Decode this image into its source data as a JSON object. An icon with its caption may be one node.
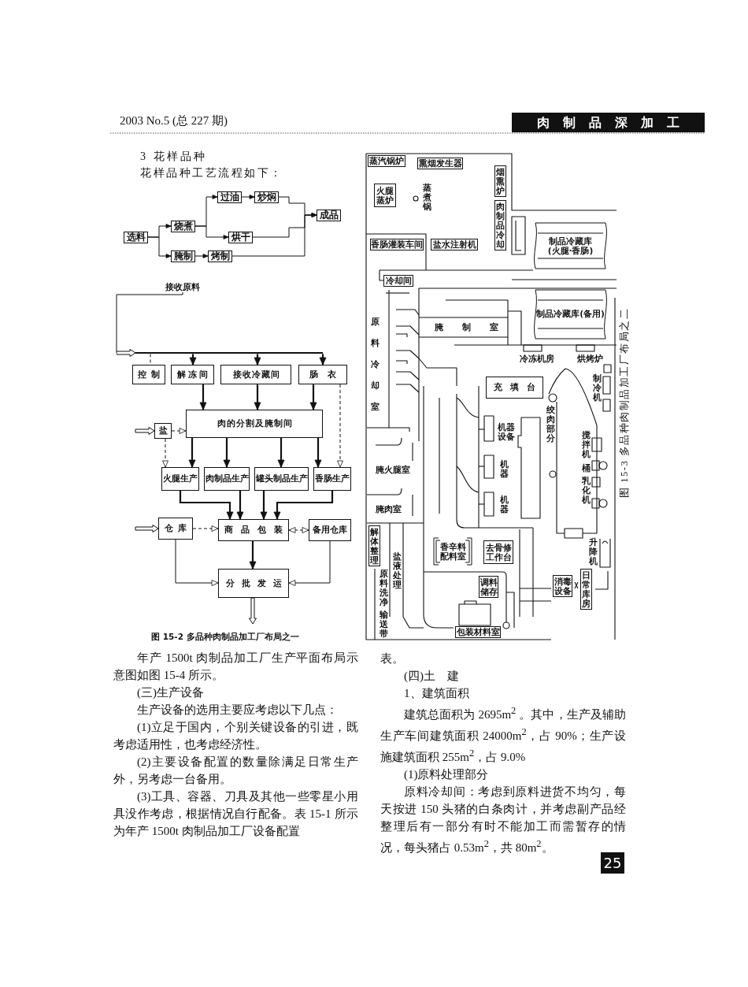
{
  "diagram": {
    "nodes": [
      {
        "text": [
          "肉制品深加工"
        ]
      },
      {
        "text": [
          "过油"
        ]
      },
      {
        "text": [
          "炒焖"
        ]
      },
      {
        "text": [
          "成品"
        ]
      },
      {
        "text": [
          "烧煮"
        ]
      },
      {
        "text": [
          "选料"
        ]
      },
      {
        "text": [
          "烘干"
        ]
      },
      {
        "text": [
          "腌制"
        ]
      },
      {
        "text": [
          "烤制"
        ]
      },
      {
        "text": [
          "接收原料"
        ]
      },
      {
        "text": [
          "控制"
        ]
      },
      {
        "text": [
          "解冻间"
        ]
      },
      {
        "text": [
          "接收冷藏间"
        ]
      },
      {
        "text": [
          "肠衣"
        ]
      },
      {
        "text": [
          "肉的分割及腌制间"
        ]
      },
      {
        "text": [
          "盐"
        ]
      },
      {
        "text": [
          "火腿生产"
        ]
      },
      {
        "text": [
          "肉制品生产"
        ]
      },
      {
        "text": [
          "罐头制品生产"
        ]
      },
      {
        "text": [
          "香肠生产"
        ]
      },
      {
        "text": [
          "仓库"
        ]
      },
      {
        "text": [
          "商品包装"
        ]
      },
      {
        "text": [
          "备用仓库"
        ]
      },
      {
        "text": [
          "分批发运"
        ]
      },
      {
        "text": [
          "蒸汽锅炉"
        ]
      },
      {
        "text": [
          "熏烟发生器"
        ]
      },
      {
        "text": [
          "烟熏炉"
        ]
      },
      {
        "text": [
          "火腿蒸炉"
        ]
      },
      {
        "text": [
          "肉制品冷却"
        ]
      },
      {
        "text": [
          "香肠灌装车间"
        ]
      },
      {
        "text": [
          "盐水注射机"
        ]
      },
      {
        "text": [
          "制品冷藏库(火腿·香肠)"
        ]
      },
      {
        "text": [
          "冷却间"
        ]
      },
      {
        "text": [
          "制品冷藏库(备用)"
        ]
      },
      {
        "text": [
          "充填台"
        ]
      },
      {
        "text": [
          "香辛料配料室"
        ]
      },
      {
        "text": [
          "去骨修工作台"
        ]
      },
      {
        "text": [
          "解体整理"
        ]
      },
      {
        "text": [
          "消毒设备"
        ]
      },
      {
        "text": [
          "日常库房"
        ]
      },
      {
        "text": [
          "调料储存"
        ]
      },
      {
        "text": [
          "包装材料室"
        ]
      },
      {
        "text": [
          "25"
        ]
      },
      {
        "text": [],
        "shape": "bar"
      }
    ],
    "edges": [
      {
        "from": 5,
        "to": 4,
        "arrow": "to"
      },
      {
        "from": 5,
        "to": 7,
        "arrow": "to"
      },
      {
        "from": 4,
        "to": 1,
        "arrow": "to"
      },
      {
        "from": 4,
        "to": 6,
        "arrow": "to"
      },
      {
        "from": 1,
        "to": 2,
        "arrow": "to"
      },
      {
        "from": 7,
        "to": 8,
        "arrow": "to"
      },
      {
        "from": 2,
        "to": 3,
        "arrow": "to"
      },
      {
        "from": 6,
        "to": 3,
        "arrow": "to"
      },
      {
        "from": 8,
        "to": 3,
        "arrow": "to"
      },
      {
        "from": 9,
        "to": 43,
        "arrow": "to"
      },
      {
        "from": 43,
        "to": 11,
        "arrow": "to"
      },
      {
        "from": 43,
        "to": 12,
        "arrow": "to"
      },
      {
        "from": 43,
        "to": 13,
        "arrow": "to"
      },
      {
        "from": 11,
        "to": 14,
        "arrow": "to"
      },
      {
        "from": 12,
        "to": 14,
        "arrow": "to"
      },
      {
        "from": 13,
        "to": 14,
        "arrow": "to"
      },
      {
        "from": 13,
        "to": 19,
        "arrow": "to",
        "style": "dashed"
      },
      {
        "from": null,
        "to": 15,
        "arrow": "to"
      },
      {
        "from": 15,
        "to": 14,
        "arrow": "to",
        "style": "dashed"
      },
      {
        "from": 15,
        "to": 16,
        "arrow": "to",
        "style": "dashed"
      },
      {
        "from": 14,
        "to": 16,
        "arrow": "to"
      },
      {
        "from": 14,
        "to": 17,
        "arrow": "to"
      },
      {
        "from": 14,
        "to": 18,
        "arrow": "to"
      },
      {
        "from": 14,
        "to": 19,
        "arrow": "to"
      },
      {
        "from": 16,
        "to": 21,
        "arrow": "to"
      },
      {
        "from": 17,
        "to": 21,
        "arrow": "to"
      },
      {
        "from": 18,
        "to": 21,
        "arrow": "to"
      },
      {
        "from": 19,
        "to": 21,
        "arrow": "to"
      },
      {
        "from": null,
        "to": 20,
        "arrow": "to"
      },
      {
        "from": 20,
        "to": 21,
        "arrow": "to",
        "style": "dashed"
      },
      {
        "from": 21,
        "to": 22,
        "arrow": "both",
        "style": "dashed"
      },
      {
        "from": 21,
        "to": 23,
        "arrow": "to"
      },
      {
        "from": 20,
        "to": 23,
        "arrow": "to"
      },
      {
        "from": 22,
        "to": 23,
        "arrow": "to"
      },
      {
        "from": 23,
        "to": null,
        "arrow": "to"
      },
      {
        "from": 43,
        "to": 10,
        "arrow": "none",
        "style": "dashed"
      }
    ],
    "labels": [
      "2003 No.5 (总 227 期)",
      "3 花样品种",
      "花样品种工艺流程如下：",
      "蒸煮锅",
      "原料冷却室",
      "腌制室",
      "冷冻机房",
      "烘烤炉",
      "制冷机",
      "绞肉部分",
      "机器设备",
      "搅拌机",
      "桶",
      "腌火腿室",
      "机器",
      "乳化机",
      "腌肉室",
      "机器",
      "升降机",
      "盐液处理",
      "原料洗净",
      "输送带",
      "图 15-2 多品种肉制品加工厂布局之一",
      "图 15-3 多品种肉制品加工厂布局之二",
      "年产 1500t 肉制品加工厂生产平面布局示意图如图 15-4 所示。",
      "(三)生产设备",
      "生产设备的选用主要应考虑以下几点：",
      "(1)立足于国内，个别关键设备的引进，既考虑适用性，也考虑经济性。",
      "(2)主要设备配置的数量除满足日常生产外，另考虑一台备用。",
      "(3)工具、容器、刀具及其他一些零星小用具没作考虑，根据情况自行配备。表 15-1 所示为年产 1500t 肉制品加工厂设备配置",
      "表。",
      "(四)土　建",
      "1、建筑面积",
      "建筑总面积为 2695m$^{2}$ 。其中，生产及辅助生产车间建筑面积 24000m$^{2}$，占 90%；生产设施建筑面积 255m$^{2}$，占 9.0%",
      "(1)原料处理部分",
      "原料冷却间：考虑到原料进货不均匀，每天按进 150 头猪的白条肉计，并考虑副产品经整理后有一部分有时不能加工而需暂存的情况，每头猪占 0.53m$^{2}$，共 80m$^{2}$。"
    ]
  }
}
